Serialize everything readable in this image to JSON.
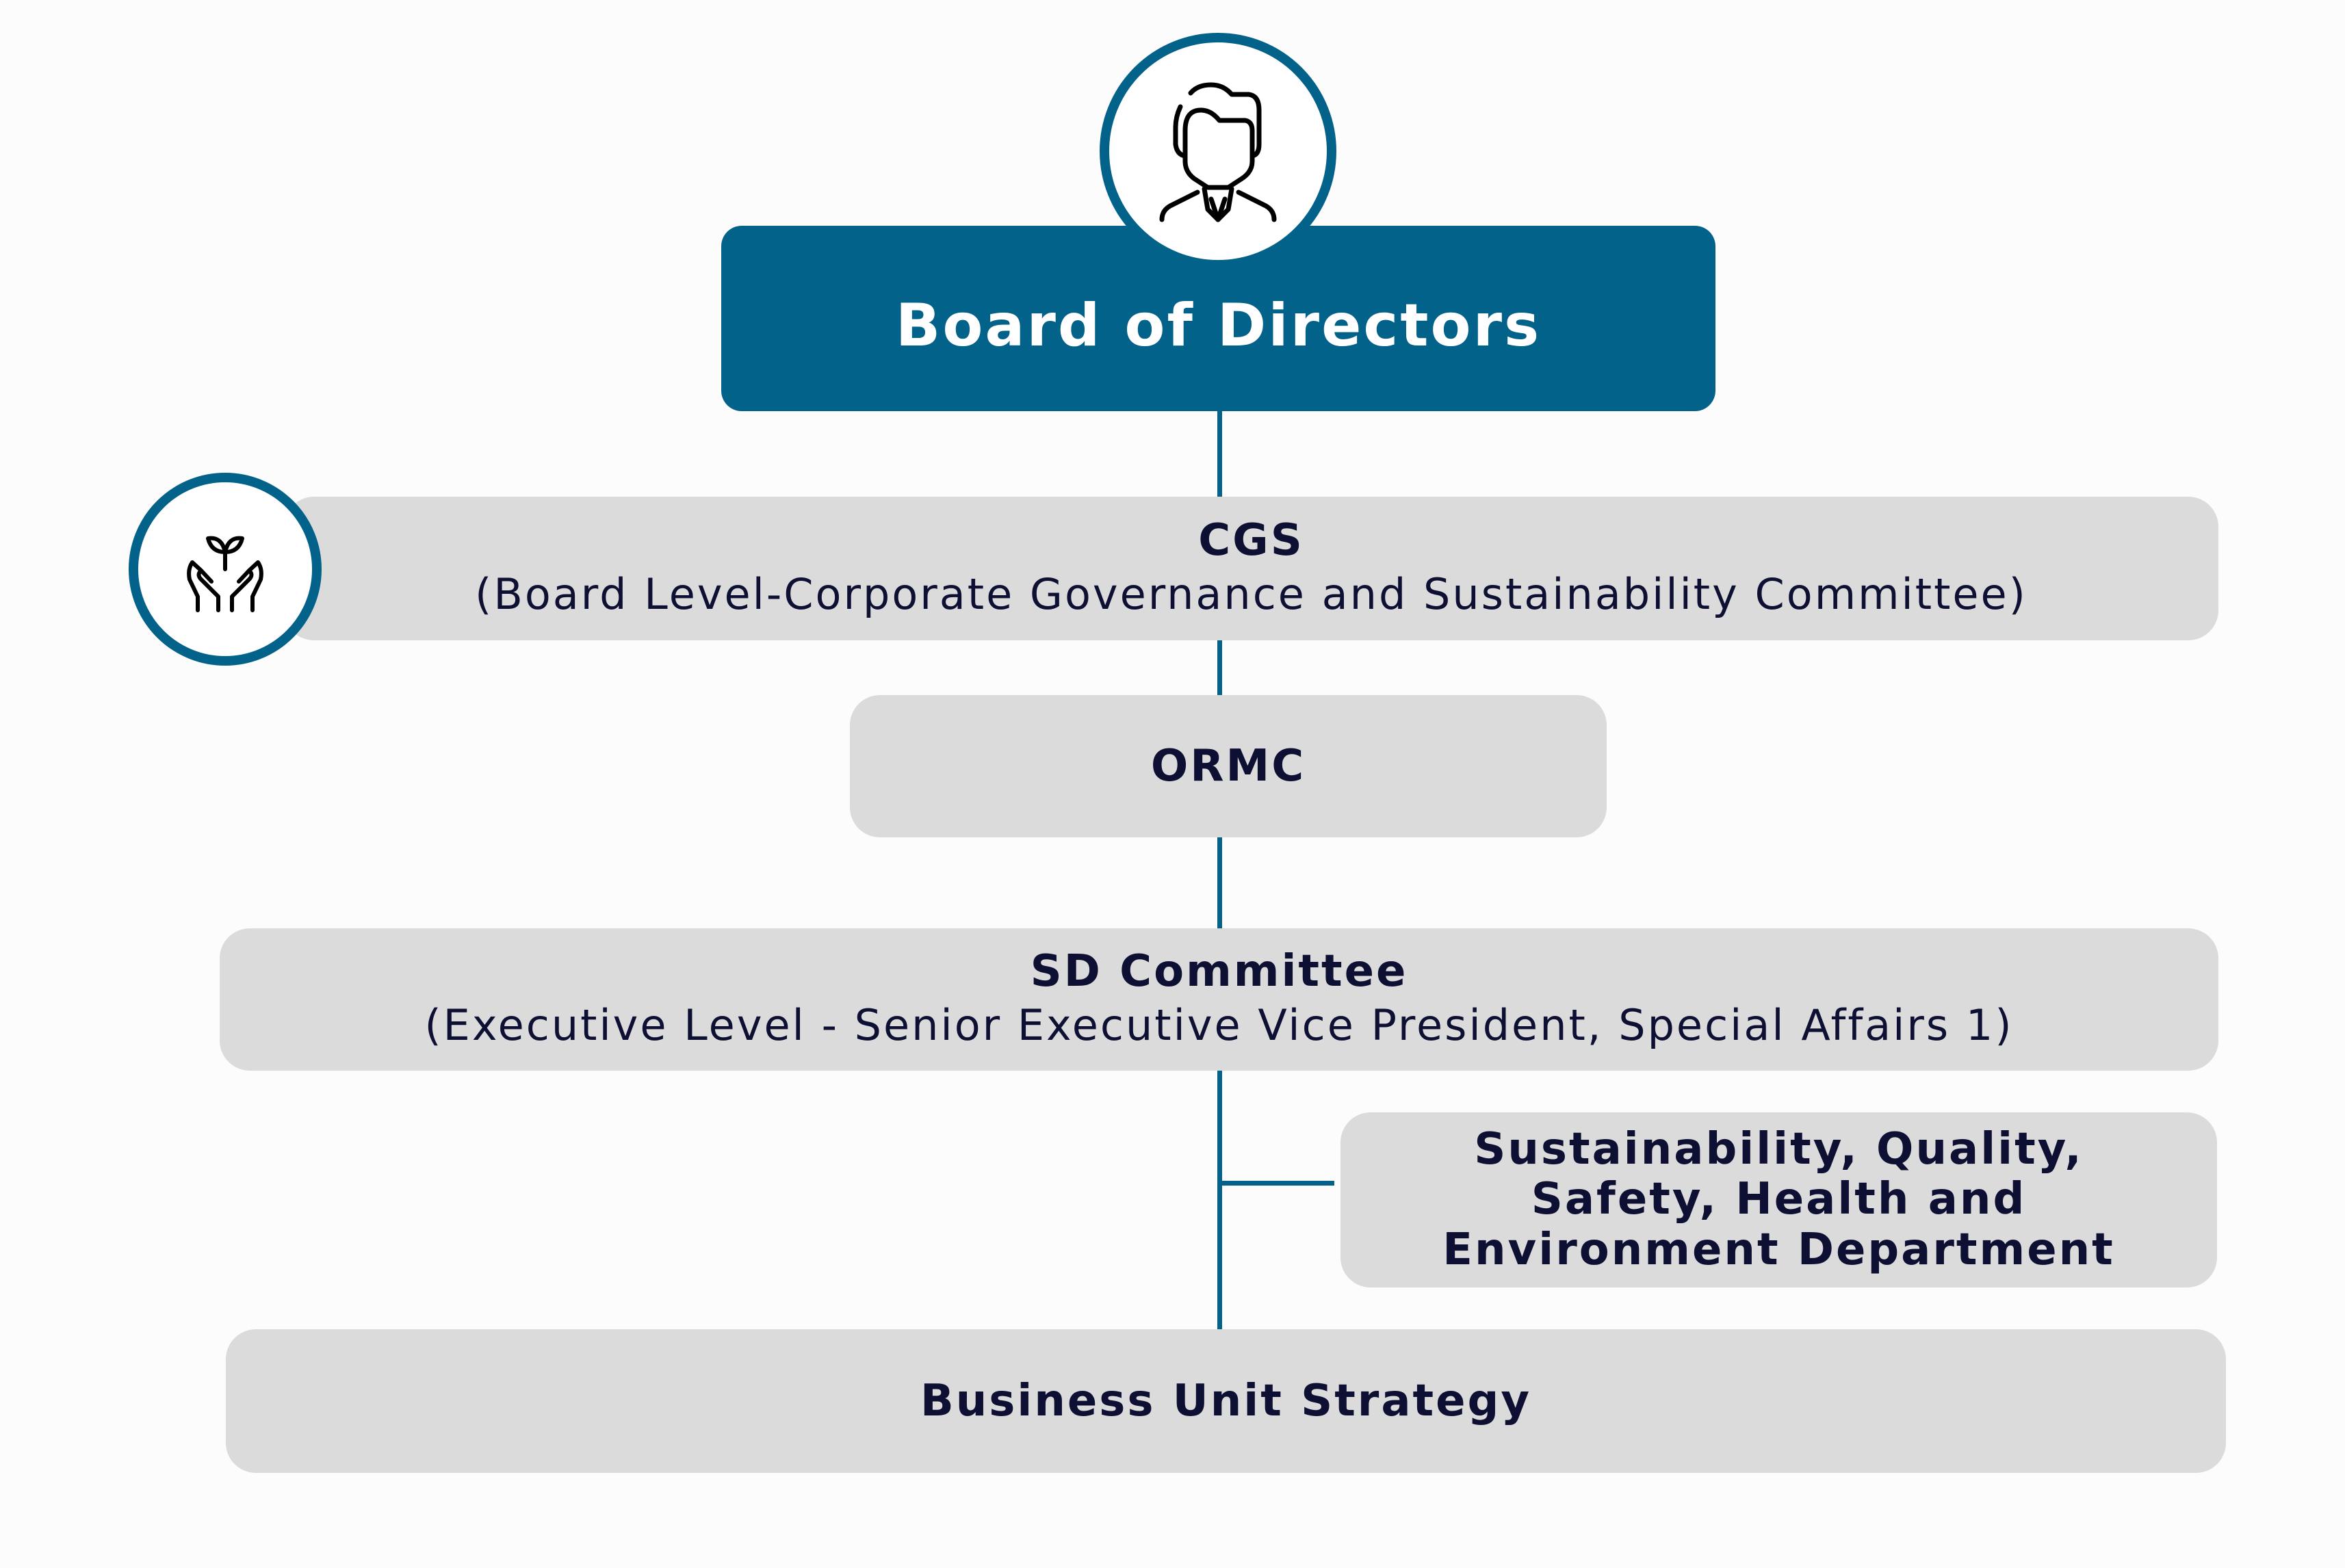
{
  "board": {
    "title": "Board of Directors",
    "icon": "businessman-icon"
  },
  "cgs": {
    "title": "CGS",
    "subtitle": "(Board Level-Corporate Governance and Sustainability Committee)",
    "icon": "plant-in-hands-icon"
  },
  "ormc": {
    "title": "ORMC"
  },
  "sd": {
    "title": "SD Committee",
    "subtitle": "(Executive Level - Senior Executive Vice President, Special Affairs 1)"
  },
  "department": {
    "lines": [
      "Sustainability, Quality,",
      "Safety, Health and",
      "Environment Department"
    ]
  },
  "business": {
    "title": "Business Unit Strategy"
  },
  "colors": {
    "accent": "#03628a",
    "box": "#dbdbdb",
    "text": "#0d0f33"
  }
}
